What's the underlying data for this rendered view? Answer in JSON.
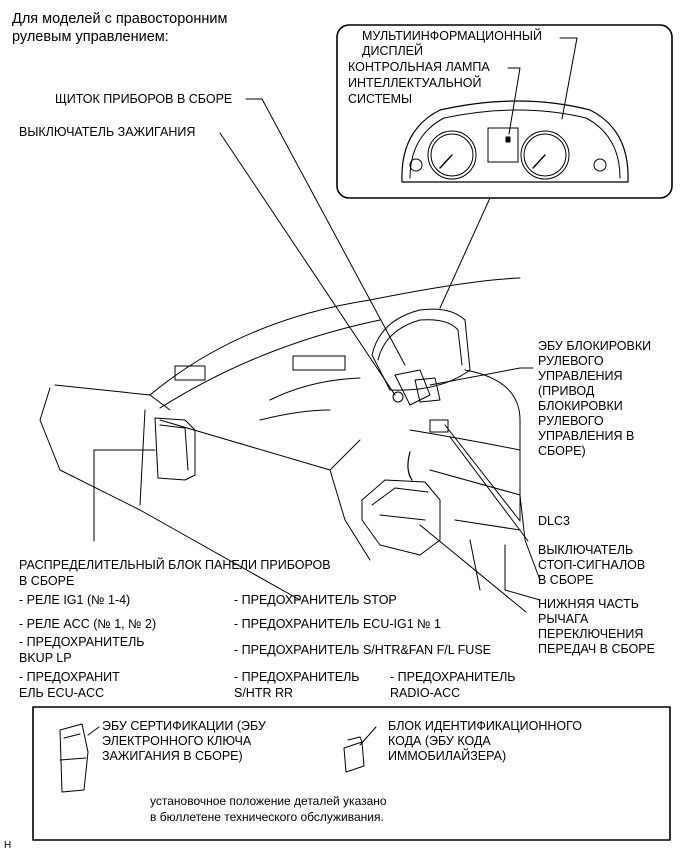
{
  "header": {
    "line1": "Для моделей с правосторонним",
    "line2": "рулевым управлением:"
  },
  "inset_labels": {
    "mid_line1": "МУЛЬТИИНФОРМАЦИОННЫЙ",
    "mid_line2": "ДИСПЛЕЙ",
    "lamp_line1": "КОНТРОЛЬНАЯ ЛАМПА",
    "lamp_line2": "ИНТЕЛЛЕКТУАЛЬНОЙ",
    "lamp_line3": "СИСТЕМЫ"
  },
  "labels": {
    "cluster": "ЩИТОК ПРИБОРОВ В СБОРЕ",
    "ignition": "ВЫКЛЮЧАТЕЛЬ ЗАЖИГАНИЯ",
    "steering_lock": [
      "ЭБУ БЛОКИРОВКИ",
      "РУЛЕВОГО",
      "УПРАВЛЕНИЯ",
      "(ПРИВОД",
      "БЛОКИРОВКИ",
      "РУЛЕВОГО",
      "УПРАВЛЕНИЯ В",
      "СБОРЕ)"
    ],
    "dlc3": "DLC3",
    "stop_switch": [
      "ВЫКЛЮЧАТЕЛЬ",
      "СТОП-СИГНАЛОВ",
      "В СБОРЕ"
    ],
    "shift_lever": [
      "НИЖНЯЯ ЧАСТЬ",
      "РЫЧАГА",
      "ПЕРЕКЛЮЧЕНИЯ",
      "ПЕРЕДАЧ В СБОРЕ"
    ],
    "junction_line1": "РАСПРЕДЕЛИТЕЛЬНЫЙ БЛОК ПАНЕЛИ ПРИБОРОВ",
    "junction_line2": "В СБОРЕ"
  },
  "junction_items": {
    "relay_ig1": "- РЕЛЕ IG1 (№ 1-4)",
    "relay_acc": "- РЕЛЕ ACC (№ 1, № 2)",
    "fuse_bkup_1": "- ПРЕДОХРАНИТЕЛЬ",
    "fuse_bkup_2": "BKUP LP",
    "fuse_ecuacc_1": "- ПРЕДОХРАНИТ",
    "fuse_ecuacc_2": "ЕЛЬ ECU-ACC",
    "fuse_stop": "- ПРЕДОХРАНИТЕЛЬ STOP",
    "fuse_ecuig1": "- ПРЕДОХРАНИТЕЛЬ ECU-IG1 № 1",
    "fuse_shtr_fan": "- ПРЕДОХРАНИТЕЛЬ S/HTR&FAN F/L FUSE",
    "fuse_shtr_rr_1": "- ПРЕДОХРАНИТЕЛЬ",
    "fuse_shtr_rr_2": "S/HTR RR",
    "fuse_radio_1": "- ПРЕДОХРАНИТЕЛЬ",
    "fuse_radio_2": "RADIO-ACC"
  },
  "bottom_box": {
    "cert_ecu": [
      "ЭБУ СЕРТИФИКАЦИИ (ЭБУ",
      "ЭЛЕКТРОННОГО КЛЮЧА",
      "ЗАЖИГАНИЯ В СБОРЕ)"
    ],
    "immobilizer": [
      "БЛОК ИДЕНТИФИКАЦИОННОГО",
      "КОДА (ЭБУ КОДА",
      "ИММОБИЛАЙЗЕРА)"
    ],
    "note_line1": "установочное положение деталей указано",
    "note_line2": "в бюллетене технического обслуживания."
  },
  "footer_mark": "H"
}
